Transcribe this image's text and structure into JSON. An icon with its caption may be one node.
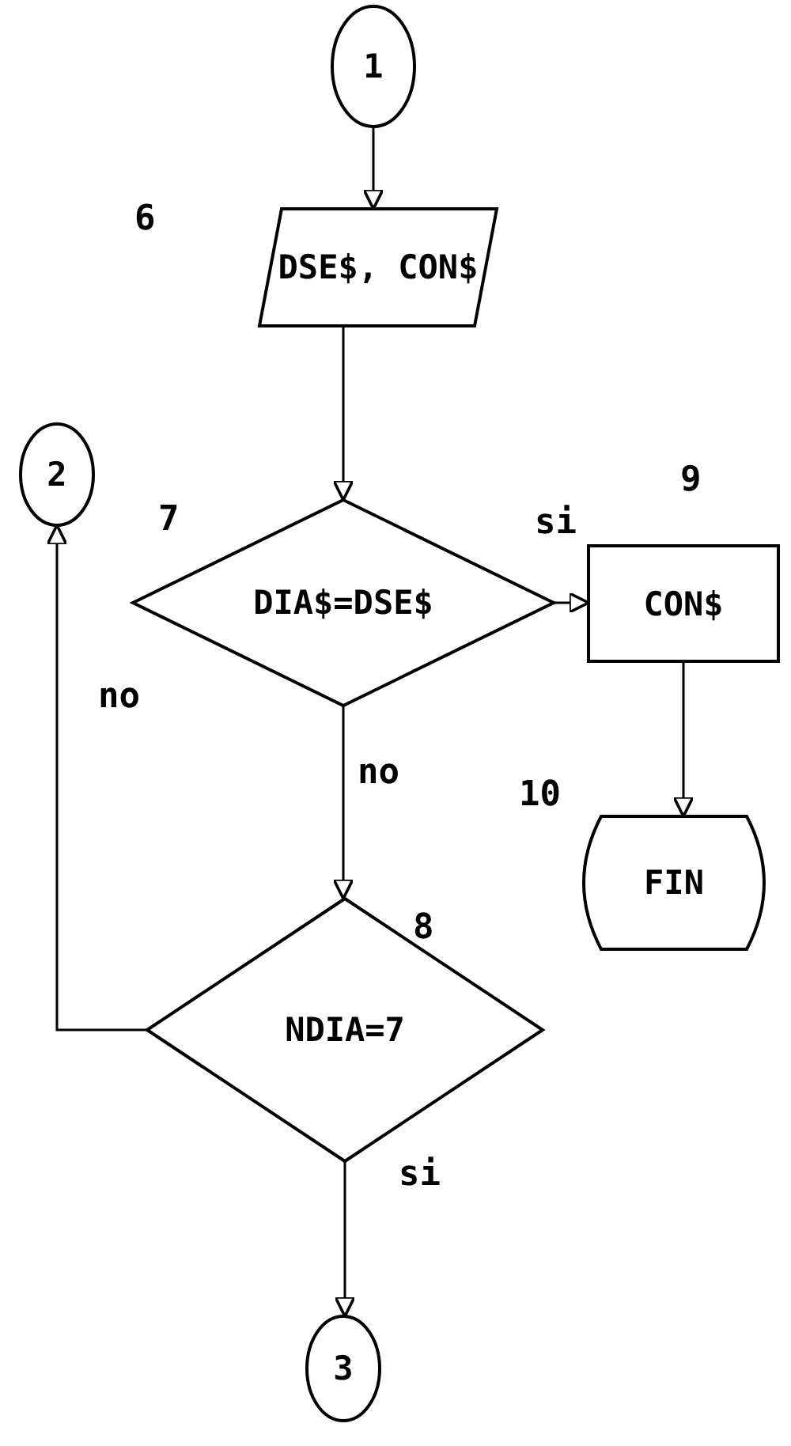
{
  "diagram": {
    "nodes": [
      {
        "text": [
          "1"
        ]
      },
      {
        "text": [
          "DSE$, CON$"
        ],
        "beside": [
          "6"
        ]
      },
      {
        "text": [
          "DIA$=DSE$"
        ],
        "beside": [
          "7"
        ]
      },
      {
        "text": [
          "CON$"
        ],
        "beside": [
          "9"
        ]
      },
      {
        "text": [
          "FIN"
        ],
        "beside": [
          "10"
        ]
      },
      {
        "text": [
          "NDIA=7"
        ],
        "beside": [
          "8"
        ]
      },
      {
        "text": [
          "2"
        ]
      },
      {
        "text": [
          "3"
        ]
      }
    ],
    "edges": [
      {
        "from": 0,
        "to": 1,
        "arrow": "to"
      },
      {
        "from": 1,
        "to": 2,
        "arrow": "to"
      },
      {
        "from": 2,
        "to": 3,
        "arrow": "to",
        "label": "si"
      },
      {
        "from": 3,
        "to": 4,
        "arrow": "to"
      },
      {
        "from": 2,
        "to": 5,
        "arrow": "to",
        "label": "no"
      },
      {
        "from": 5,
        "to": 6,
        "arrow": "to",
        "label": "no"
      },
      {
        "from": 5,
        "to": 7,
        "arrow": "to",
        "label": "si"
      }
    ]
  }
}
